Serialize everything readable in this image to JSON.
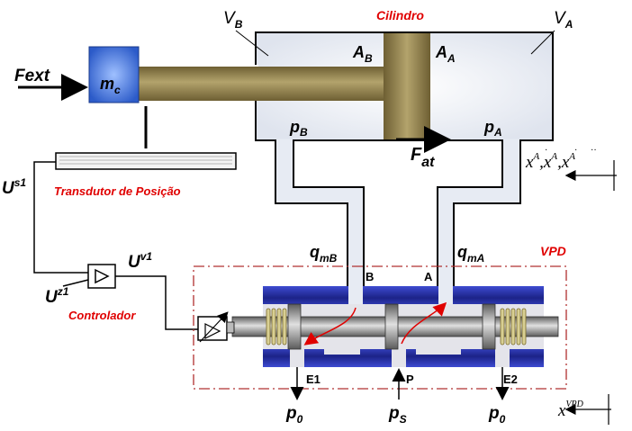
{
  "labels": {
    "cylinder": "Cilindro",
    "vb": "V",
    "vb_sub": "B",
    "va": "V",
    "va_sub": "A",
    "ab": "A",
    "ab_sub": "B",
    "aa": "A",
    "aa_sub": "A",
    "fext": "Fext",
    "mass": "m",
    "mass_sub": "c",
    "pb": "p",
    "pb_sub": "B",
    "pa": "p",
    "pa_sub": "A",
    "fat": "F",
    "fat_sub": "at",
    "xa_motion": "x",
    "xa_sup": "A",
    "xa_comma1": ",",
    "xa_comma2": ",",
    "transducer": "Transdutor de Posição",
    "us": "U",
    "us_sup": "s1",
    "uv": "U",
    "uv_sup": "v1",
    "uz": "U",
    "uz_sup": "z1",
    "controller": "Controlador",
    "qmb": "q",
    "qmb_sub": "mB",
    "qma": "q",
    "qma_sub": "mA",
    "vpd": "VPD",
    "port_b": "B",
    "port_a": "A",
    "e1": "E1",
    "p_port": "P",
    "e2": "E2",
    "p0_left": "p",
    "p0_left_sub": "0",
    "ps": "p",
    "ps_sub": "S",
    "p0_right": "p",
    "p0_right_sub": "0",
    "xvpd": "x",
    "xvpd_sup": "VPD"
  },
  "colors": {
    "label_red": "#e00000",
    "mass_blue": "#3a6bd6",
    "piston_olive": "#8c7a45",
    "valve_blue": "#1f2a9c",
    "boundary_red": "#b03030"
  }
}
